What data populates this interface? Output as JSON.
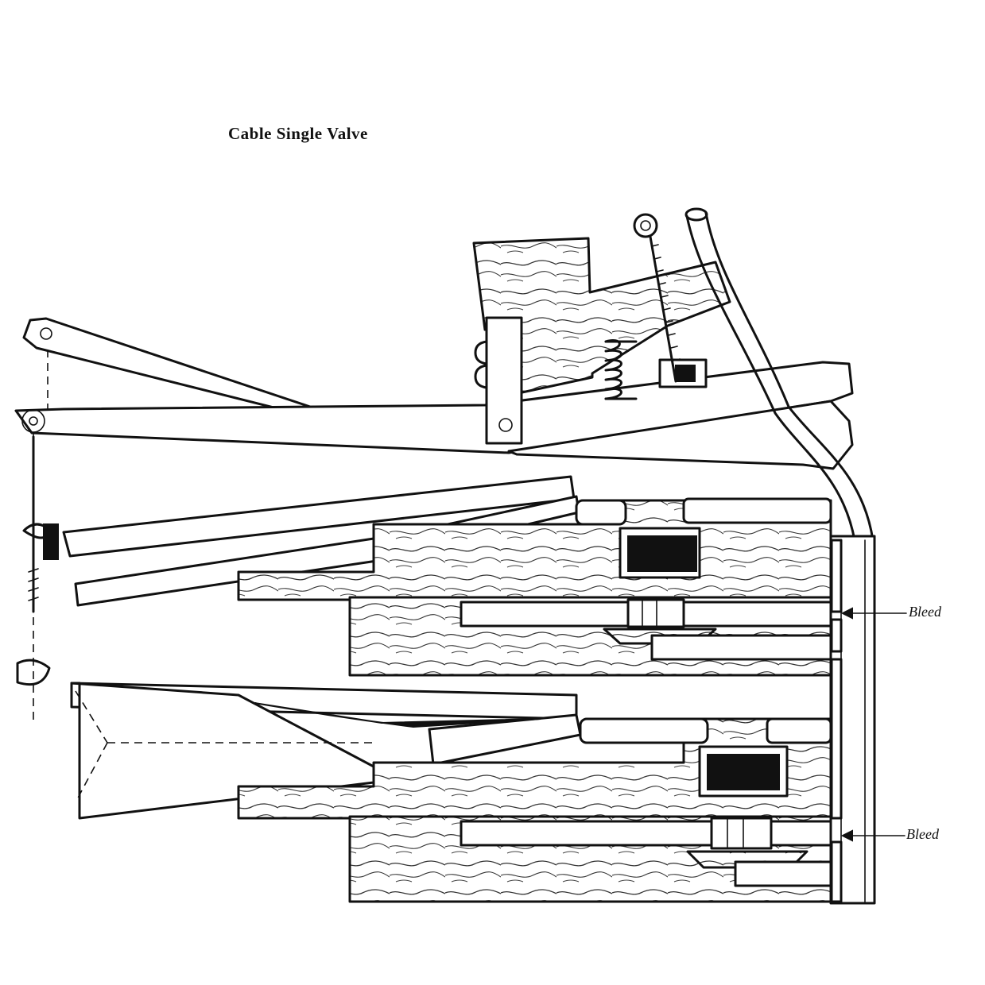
{
  "title": "Cable Single Valve",
  "labels": {
    "bleed_top": "Bleed",
    "bleed_bottom": "Bleed"
  },
  "colors": {
    "ink": "#111111",
    "paper": "#ffffff"
  }
}
